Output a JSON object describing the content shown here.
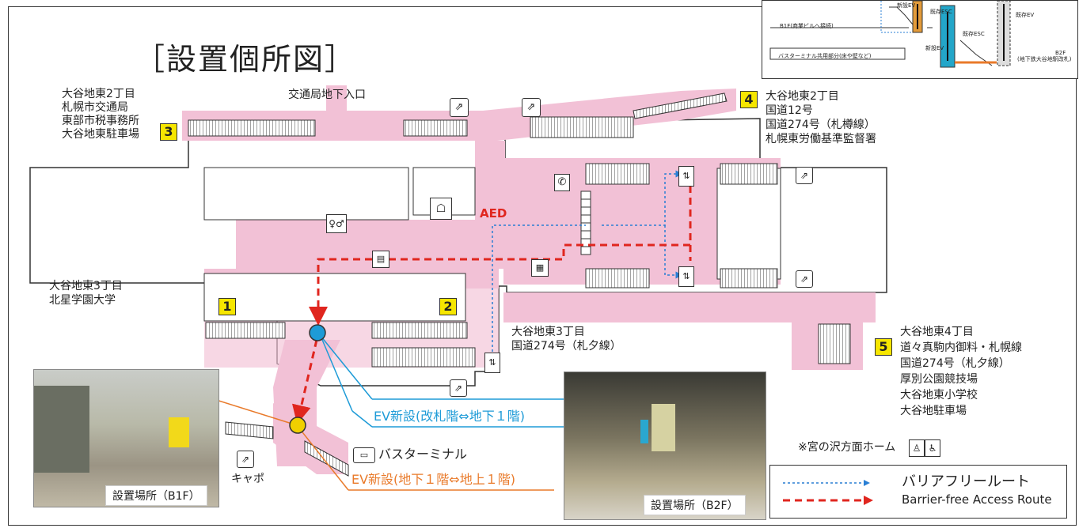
{
  "title": "［設置個所図］",
  "labels": {
    "exit3": [
      "大谷地東2丁目",
      "札幌市交通局",
      "東部市税事務所",
      "大谷地東駐車場"
    ],
    "exit4": [
      "大谷地東2丁目",
      "国道12号",
      "国道274号（札樽線）",
      "札幌東労働基準監督署"
    ],
    "exit1": [
      "大谷地東3丁目",
      "北星学園大学"
    ],
    "exit_mid": [
      "大谷地東3丁目",
      "国道274号（札夕線）"
    ],
    "exit5": [
      "大谷地東4丁目",
      "道々真駒内御料・札幌線",
      "国道274号（札夕線）",
      "厚別公園競技場",
      "大谷地東小学校",
      "大谷地駐車場"
    ],
    "kotsu_entrance": "交通局地下入口",
    "bus_terminal": "バスターミナル",
    "kyapo": "キャポ",
    "aed": "AED",
    "ev_blue": "EV新設(改札階⇔地下１階)",
    "ev_orange": "EV新設(地下１階⇔地上１階)",
    "platform_note": "※宮の沢方面ホーム"
  },
  "badges": [
    "1",
    "2",
    "3",
    "4",
    "5"
  ],
  "photos": {
    "b1f_caption": "設置場所（B1F）",
    "b2f_caption": "設置場所（B2F）"
  },
  "legend": {
    "jp": "バリアフリールート",
    "en": "Barrier-free Access Route"
  },
  "inset": {
    "b1f": "B1F(商業ビルへ接続)",
    "bus": "バスターミナル共用部分(床や壁など)",
    "new_ev1": "新設EV",
    "new_ev2": "新設EV",
    "esc1": "既存ESC",
    "esc2": "既存ESC",
    "ev_exist": "既存EV",
    "b2f": "B2F",
    "b2f_sub": "(地下鉄大谷地駅改札)"
  },
  "colors": {
    "floor": "#f2c1d6",
    "route_blue": "#2a7fd4",
    "route_red": "#e0261f",
    "ev_blue": "#1e9bd7",
    "ev_orange": "#e97a2a",
    "badge": "#f6e600"
  },
  "icons": [
    "escalator-icon",
    "elevator-icon",
    "phone-icon",
    "restroom-icon",
    "station-office-icon",
    "bus-icon",
    "accessible-icon"
  ]
}
